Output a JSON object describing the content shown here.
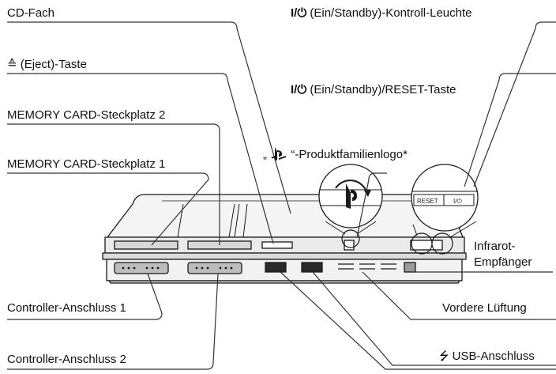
{
  "labels": {
    "cd_fach": "CD-Fach",
    "eject_symbol": "≙",
    "eject": "(Eject)-Taste",
    "mc_slot_2": "MEMORY CARD-Steckplatz 2",
    "mc_slot_1": "MEMORY CARD-Steckplatz 1",
    "power_symbol": "I/⏻",
    "power_led": "(Ein/Standby)-Kontroll-Leuchte",
    "power_reset": "(Ein/Standby)/RESET-Taste",
    "logo_prefix": "„",
    "logo": "“-Produktfamilienlogo*",
    "infrared_1": "Infrarot-",
    "infrared_2": "Empfänger",
    "ctrl_1": "Controller-Anschluss 1",
    "vent": "Vordere Lüftung",
    "ctrl_2": "Controller-Anschluss 2",
    "usb_symbol": "⭍",
    "usb": "USB-Anschluss"
  },
  "inset": {
    "reset_text": "RESET",
    "power_text": "I/⏻"
  },
  "icons": [
    "playstation-logo-icon",
    "power-symbol-icon",
    "eject-icon",
    "usb-icon",
    "rotate-arrow-icon"
  ]
}
